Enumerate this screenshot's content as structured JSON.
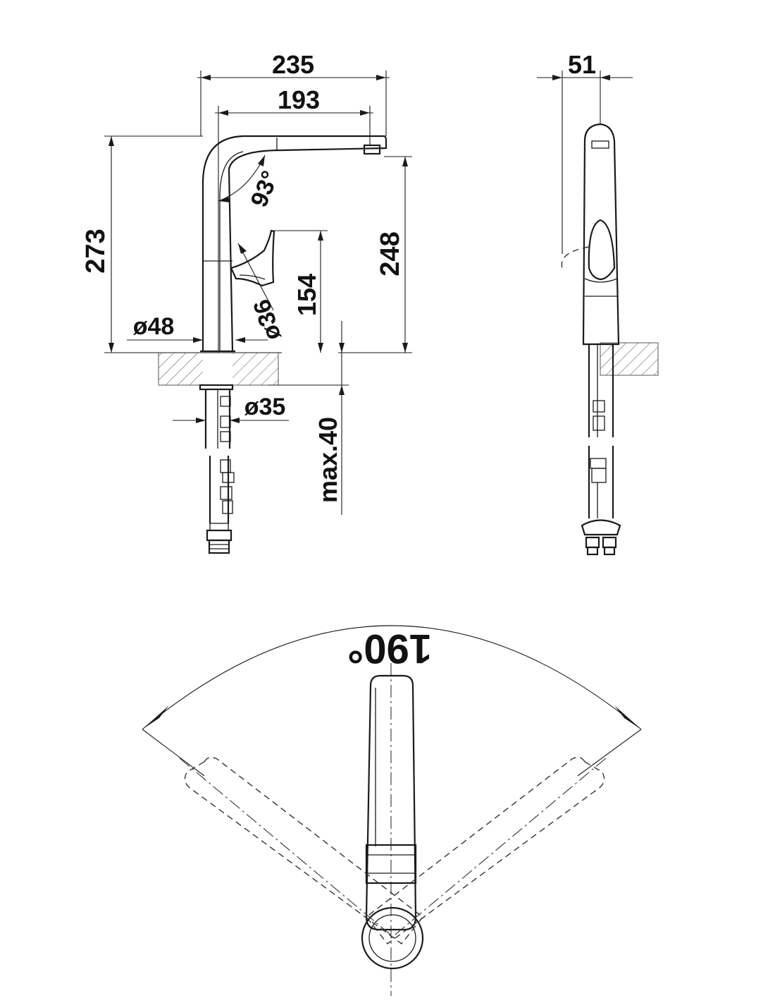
{
  "drawing": {
    "dimensions": {
      "total_length": "235",
      "spout_reach": "193",
      "total_height": "273",
      "spout_height": "248",
      "lever_height": "154",
      "spout_angle": "93°",
      "lever_diameter": "ø36",
      "base_diameter": "ø48",
      "hole_diameter": "ø35",
      "max_worktop": "max.40",
      "side_width": "51",
      "swivel_range": "190°"
    }
  }
}
